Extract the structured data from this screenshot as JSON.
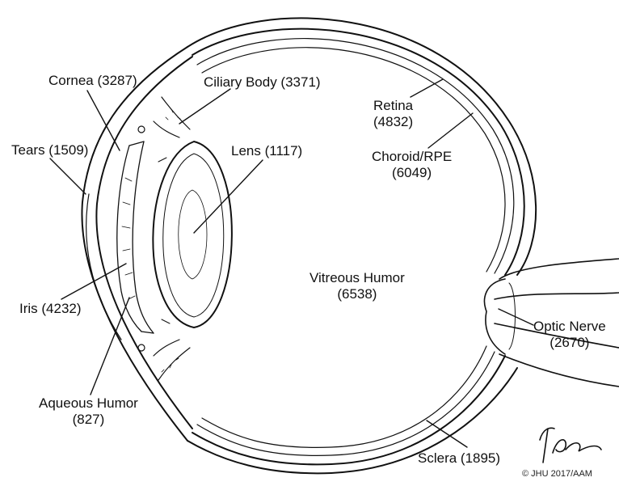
{
  "labels": {
    "cornea": "Cornea (3287)",
    "ciliary_body": "Ciliary Body (3371)",
    "tears": "Tears (1509)",
    "lens": "Lens (1117)",
    "retina": {
      "name": "Retina",
      "count": "(4832)"
    },
    "choroid": {
      "name": "Choroid/RPE",
      "count": "(6049)"
    },
    "vitreous": {
      "name": "Vitreous Humor",
      "count": "(6538)"
    },
    "iris": "Iris (4232)",
    "aqueous": {
      "name": "Aqueous Humor",
      "count": "(827)"
    },
    "optic_nerve": {
      "name": "Optic Nerve",
      "count": "(2670)"
    },
    "sclera": "Sclera (1895)"
  },
  "credit": "© JHU 2017/AAM",
  "signature": "TPhelps",
  "colors": {
    "ink": "#111111",
    "background": "#ffffff"
  }
}
